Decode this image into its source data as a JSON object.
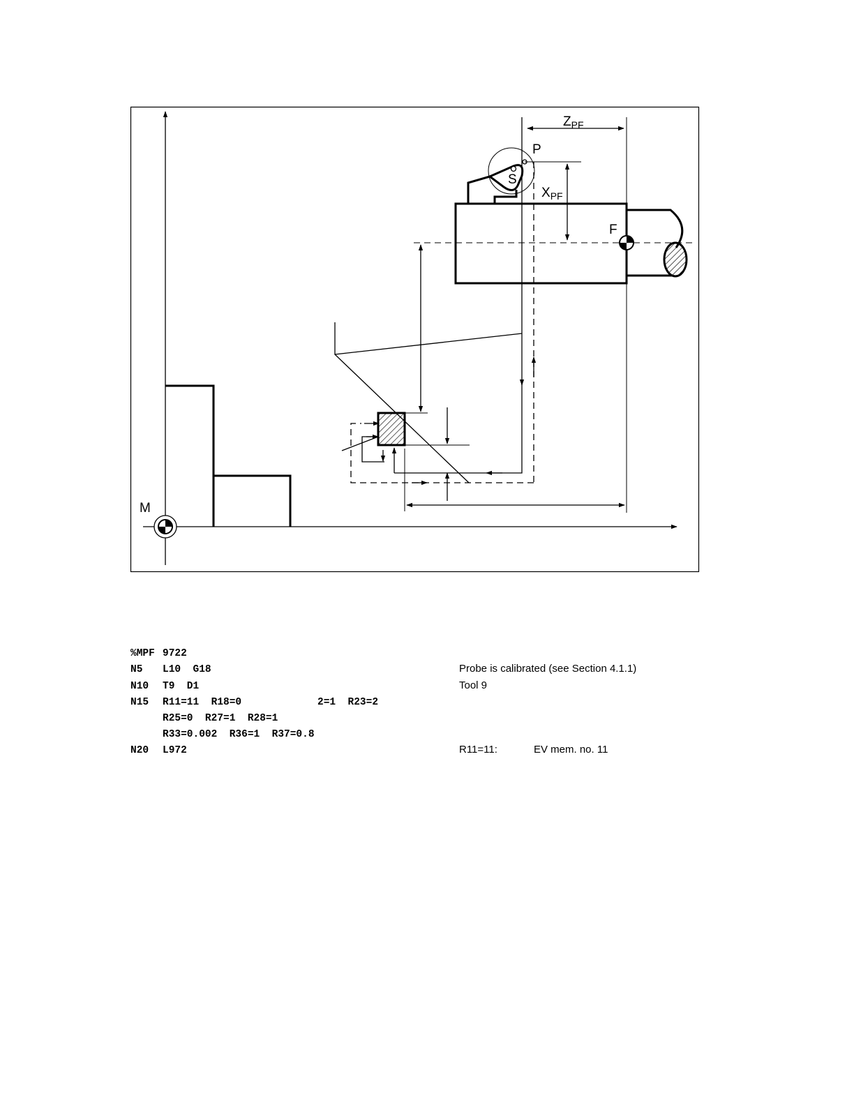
{
  "figure": {
    "labels": {
      "z_main": "Z",
      "z_sub": "PF",
      "x_main": "X",
      "x_sub": "PF",
      "p": "P",
      "s": "S",
      "f": "F",
      "m": "M"
    }
  },
  "program": {
    "lines": [
      {
        "block": "%MPF",
        "code": "9722"
      },
      {
        "block": "N5",
        "code": "L10  G18"
      },
      {
        "block": "N10",
        "code": "T9  D1"
      },
      {
        "block": "N15",
        "code": "R11=11  R18=0"
      },
      {
        "block": "",
        "code": "R25=0  R27=1  R28=1"
      },
      {
        "block": "",
        "code": "R33=0.002  R36=1  R37=0.8"
      },
      {
        "block": "N20",
        "code": "L972"
      }
    ],
    "n15_extra": "2=1  R23=2"
  },
  "comments": {
    "n5": "Probe is calibrated (see Section 4.1.1)",
    "n10": "Tool 9",
    "n20_param": "R11=11:",
    "n20_desc": "EV mem. no. 11"
  }
}
